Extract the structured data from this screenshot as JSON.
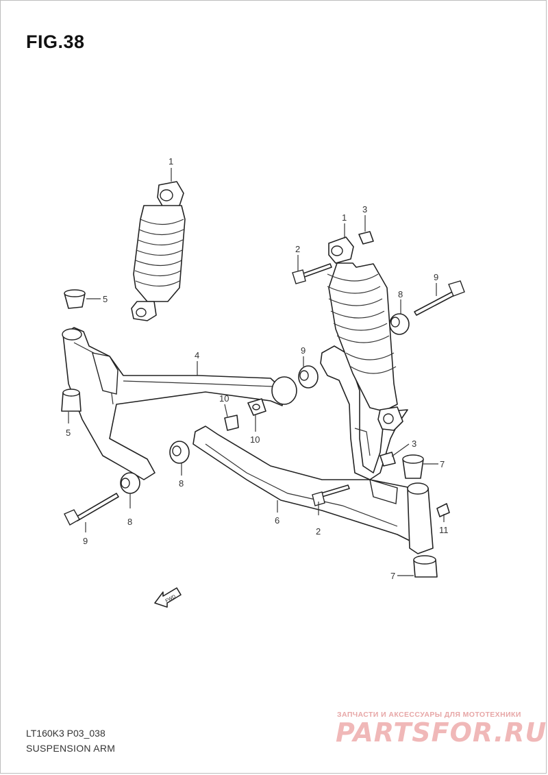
{
  "figure": {
    "title": "FIG.38",
    "model_code": "LT160K3 P03_038",
    "section_title": "SUSPENSION ARM",
    "direction_label": "FWD"
  },
  "callouts": [
    {
      "id": "c1a",
      "label": "1"
    },
    {
      "id": "c1b",
      "label": "1"
    },
    {
      "id": "c2a",
      "label": "2"
    },
    {
      "id": "c2b",
      "label": "2"
    },
    {
      "id": "c3a",
      "label": "3"
    },
    {
      "id": "c3b",
      "label": "3"
    },
    {
      "id": "c4",
      "label": "4"
    },
    {
      "id": "c5a",
      "label": "5"
    },
    {
      "id": "c5b",
      "label": "5"
    },
    {
      "id": "c6",
      "label": "6"
    },
    {
      "id": "c7a",
      "label": "7"
    },
    {
      "id": "c7b",
      "label": "7"
    },
    {
      "id": "c8a",
      "label": "8"
    },
    {
      "id": "c8b",
      "label": "8"
    },
    {
      "id": "c8c",
      "label": "8"
    },
    {
      "id": "c9a",
      "label": "9"
    },
    {
      "id": "c9b",
      "label": "9"
    },
    {
      "id": "c9c",
      "label": "9"
    },
    {
      "id": "c10a",
      "label": "10"
    },
    {
      "id": "c10b",
      "label": "10"
    },
    {
      "id": "c11",
      "label": "11"
    }
  ],
  "watermark": {
    "tagline": "ЗАПЧАСТИ И АКСЕССУАРЫ ДЛЯ МОТОТЕХНИКИ",
    "logo": "PARTSFOR.RU"
  }
}
